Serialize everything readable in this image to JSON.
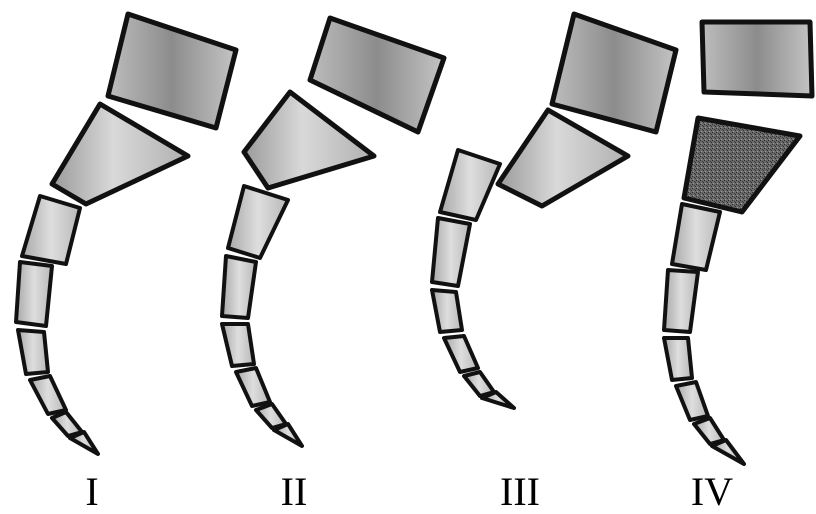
{
  "colors": {
    "outline": "#111111",
    "segment_fill_light": "#e6e6e6",
    "segment_fill_dark": "#8a8a8a",
    "speckled_fill": "#5a5a5a"
  },
  "labels": [
    "I",
    "II",
    "III",
    "IV"
  ]
}
